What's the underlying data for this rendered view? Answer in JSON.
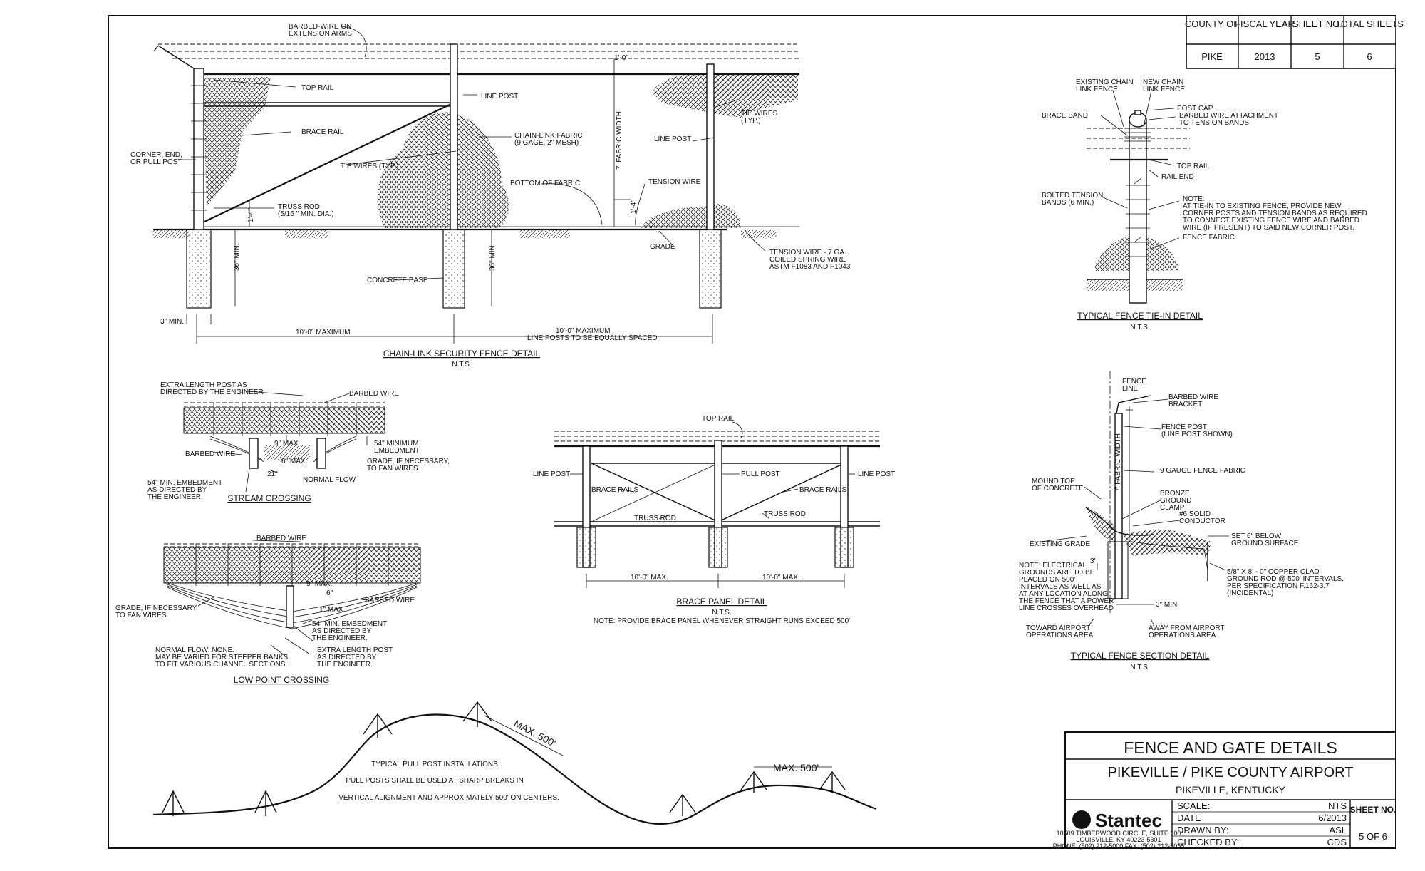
{
  "header_table": {
    "columns": [
      "COUNTY OF",
      "FISCAL YEAR",
      "SHEET NO.",
      "TOTAL SHEETS"
    ],
    "values": [
      "PIKE",
      "2013",
      "5",
      "6"
    ]
  },
  "chain_link_detail": {
    "title": "CHAIN-LINK SECURITY FENCE DETAIL",
    "scale": "N.T.S.",
    "labels": {
      "barbed_wire": "BARBED-WIRE ON\nEXTENSION ARMS",
      "top_rail": "TOP RAIL",
      "line_post_1": "LINE POST",
      "brace_rail": "BRACE RAIL",
      "corner_post": "CORNER, END,\nOR PULL POST",
      "tie_wires": "TIE WIRES (TYP.)",
      "fabric": "CHAIN-LINK FABRIC\n(9 GAGE, 2\" MESH)",
      "line_post_2": "LINE POST",
      "tie_wires_2": "TIE WIRES\n(TYP.)",
      "fabric_width": "7' FABRIC WIDTH",
      "one_ft": "1'-0\"",
      "bottom_fabric": "BOTTOM OF FABRIC",
      "tension_wire": "TENSION WIRE",
      "truss_rod": "TRUSS ROD\n(5/16 \" MIN. DIA.)",
      "one_four_a": "1'-4\"",
      "one_four_b": "1'-4\"",
      "grade": "GRADE",
      "tension_wire_spec": "TENSION WIRE - 7 GA.\nCOILED SPRING WIRE\nASTM F1083 AND F1043",
      "depth_a": "36\" MIN.",
      "depth_b": "36\" MIN.",
      "concrete_base": "CONCRETE BASE",
      "three_min": "3\" MIN.",
      "span_a": "10'-0\" MAXIMUM",
      "span_b": "10'-0\" MAXIMUM",
      "spacing": "LINE POSTS TO BE EQUALLY SPACED"
    }
  },
  "tie_in_detail": {
    "title": "TYPICAL FENCE TIE-IN DETAIL",
    "scale": "N.T.S.",
    "labels": {
      "existing": "EXISTING CHAIN\nLINK FENCE",
      "new": "NEW CHAIN\nLINK FENCE",
      "brace_band": "BRACE BAND",
      "post_cap": "POST CAP",
      "barbed_attach": "BARBED WIRE ATTACHMENT\nTO TENSION BANDS",
      "top_rail": "TOP RAIL",
      "rail_end": "RAIL END",
      "bolted": "BOLTED TENSION\nBANDS (6 MIN.)",
      "note": "NOTE:\nAT TIE-IN TO EXISTING FENCE, PROVIDE NEW\nCORNER POSTS AND TENSION BANDS AS REQUIRED\nTO CONNECT EXISTING FENCE WIRE AND BARBED\nWIRE (IF PRESENT) TO SAID NEW CORNER POST.",
      "fence_fabric": "FENCE FABRIC"
    }
  },
  "stream_crossing": {
    "title": "STREAM CROSSING",
    "labels": {
      "extra_post": "EXTRA LENGTH POST AS\nDIRECTED BY THE ENGINEER",
      "barbed_wire_top": "BARBED WIRE",
      "nine_max": "9\" MAX.",
      "min_embed": "54\" MINIMUM\nEMBEDMENT",
      "barbed_wire_left": "BARBED WIRE",
      "six_max": "6\" MAX.",
      "grade": "GRADE, IF NECESSARY,\nTO FAN WIRES",
      "twentyone": "21\"",
      "normal_flow": "NORMAL FLOW",
      "embed_note": "54\" MIN. EMBEDMENT\nAS DIRECTED BY\nTHE ENGINEER."
    }
  },
  "low_point_crossing": {
    "title": "LOW POINT CROSSING",
    "labels": {
      "barbed_wire_top": "BARBED WIRE",
      "nine_max": "9\" MAX.",
      "six": "6\"",
      "one_max": "1\" MAX.",
      "barbed_wire_right": "BARBED WIRE",
      "grade": "GRADE, IF NECESSARY,\nTO FAN WIRES",
      "embed": "54\" MIN. EMBEDMENT\nAS DIRECTED BY\nTHE ENGINEER.",
      "normal_flow": "NORMAL FLOW: NONE.\nMAY BE VARIED FOR STEEPER BANKS\nTO FIT VARIOUS CHANNEL SECTIONS.",
      "extra_post": "EXTRA LENGTH POST\nAS DIRECTED BY\nTHE ENGINEER."
    }
  },
  "brace_panel": {
    "title": "BRACE PANEL DETAIL",
    "scale": "N.T.S.",
    "note": "NOTE: PROVIDE BRACE PANEL WHENEVER STRAIGHT RUNS EXCEED 500'",
    "labels": {
      "top_rail": "TOP RAIL",
      "line_post_l": "LINE POST",
      "pull_post": "PULL POST",
      "line_post_r": "LINE POST",
      "brace_rails_l": "BRACE RAILS",
      "brace_rails_r": "BRACE RAILS",
      "truss_l": "TRUSS ROD",
      "truss_r": "TRUSS ROD",
      "span_l": "10'-0\" MAX.",
      "span_r": "10'-0\" MAX."
    }
  },
  "section_detail": {
    "title": "TYPICAL FENCE SECTION DETAIL",
    "scale": "N.T.S.",
    "labels": {
      "fence_line": "FENCE\nLINE",
      "bracket": "BARBED WIRE\nBRACKET",
      "fence_post": "FENCE POST\n(LINE POST SHOWN)",
      "fabric_width": "7' FABRIC WIDTH",
      "fabric": "9 GAUGE FENCE FABRIC",
      "mound": "MOUND TOP\nOF CONCRETE",
      "bronze": "BRONZE\nGROUND\nCLAMP",
      "conductor": "#6 SOLID\nCONDUCTOR",
      "existing_grade": "EXISTING GRADE",
      "set_below": "SET 6\" BELOW\nGROUND SURFACE",
      "three": "3'",
      "note": "NOTE: ELECTRICAL\nGROUNDS ARE TO BE\nPLACED ON 500'\nINTERVALS AS WELL AS\nAT ANY LOCATION ALONG\nTHE FENCE THAT A POWER\nLINE CROSSES OVERHEAD",
      "rod": "5/8\" X 8' - 0\" COPPER CLAD\nGROUND ROD @ 500' INTERVALS.\nPER SPECIFICATION F.162-3.7\n(INCIDENTAL)",
      "three_min": "3\" MIN",
      "toward": "TOWARD AIRPORT\nOPERATIONS AREA",
      "away": "AWAY FROM AIRPORT\nOPERATIONS AREA"
    }
  },
  "pull_post": {
    "line1": "TYPICAL PULL POST INSTALLATIONS",
    "line2": "PULL POSTS SHALL BE USED AT SHARP BREAKS IN",
    "line3": "VERTICAL ALIGNMENT AND APPROXIMATELY 500' ON CENTERS.",
    "max_a": "MAX. 500'",
    "max_b": "MAX. 500'"
  },
  "title_block": {
    "title": "FENCE AND GATE DETAILS",
    "project": "PIKEVILLE / PIKE COUNTY AIRPORT",
    "location": "PIKEVILLE, KENTUCKY",
    "company": "Stantec",
    "address": "10509 TIMBERWOOD CIRCLE, SUITE 100\nLOUISVILLE, KY 40223-5301\nPHONE: (502) 212-5000   FAX: (502) 212-5055",
    "rows": [
      {
        "label": "SCALE:",
        "value": "NTS"
      },
      {
        "label": "DATE",
        "value": "6/2013"
      },
      {
        "label": "DRAWN BY:",
        "value": "ASL"
      },
      {
        "label": "CHECKED BY:",
        "value": "CDS"
      }
    ],
    "sheet_no_label": "SHEET NO.",
    "sheet_no": "5 OF 6"
  }
}
